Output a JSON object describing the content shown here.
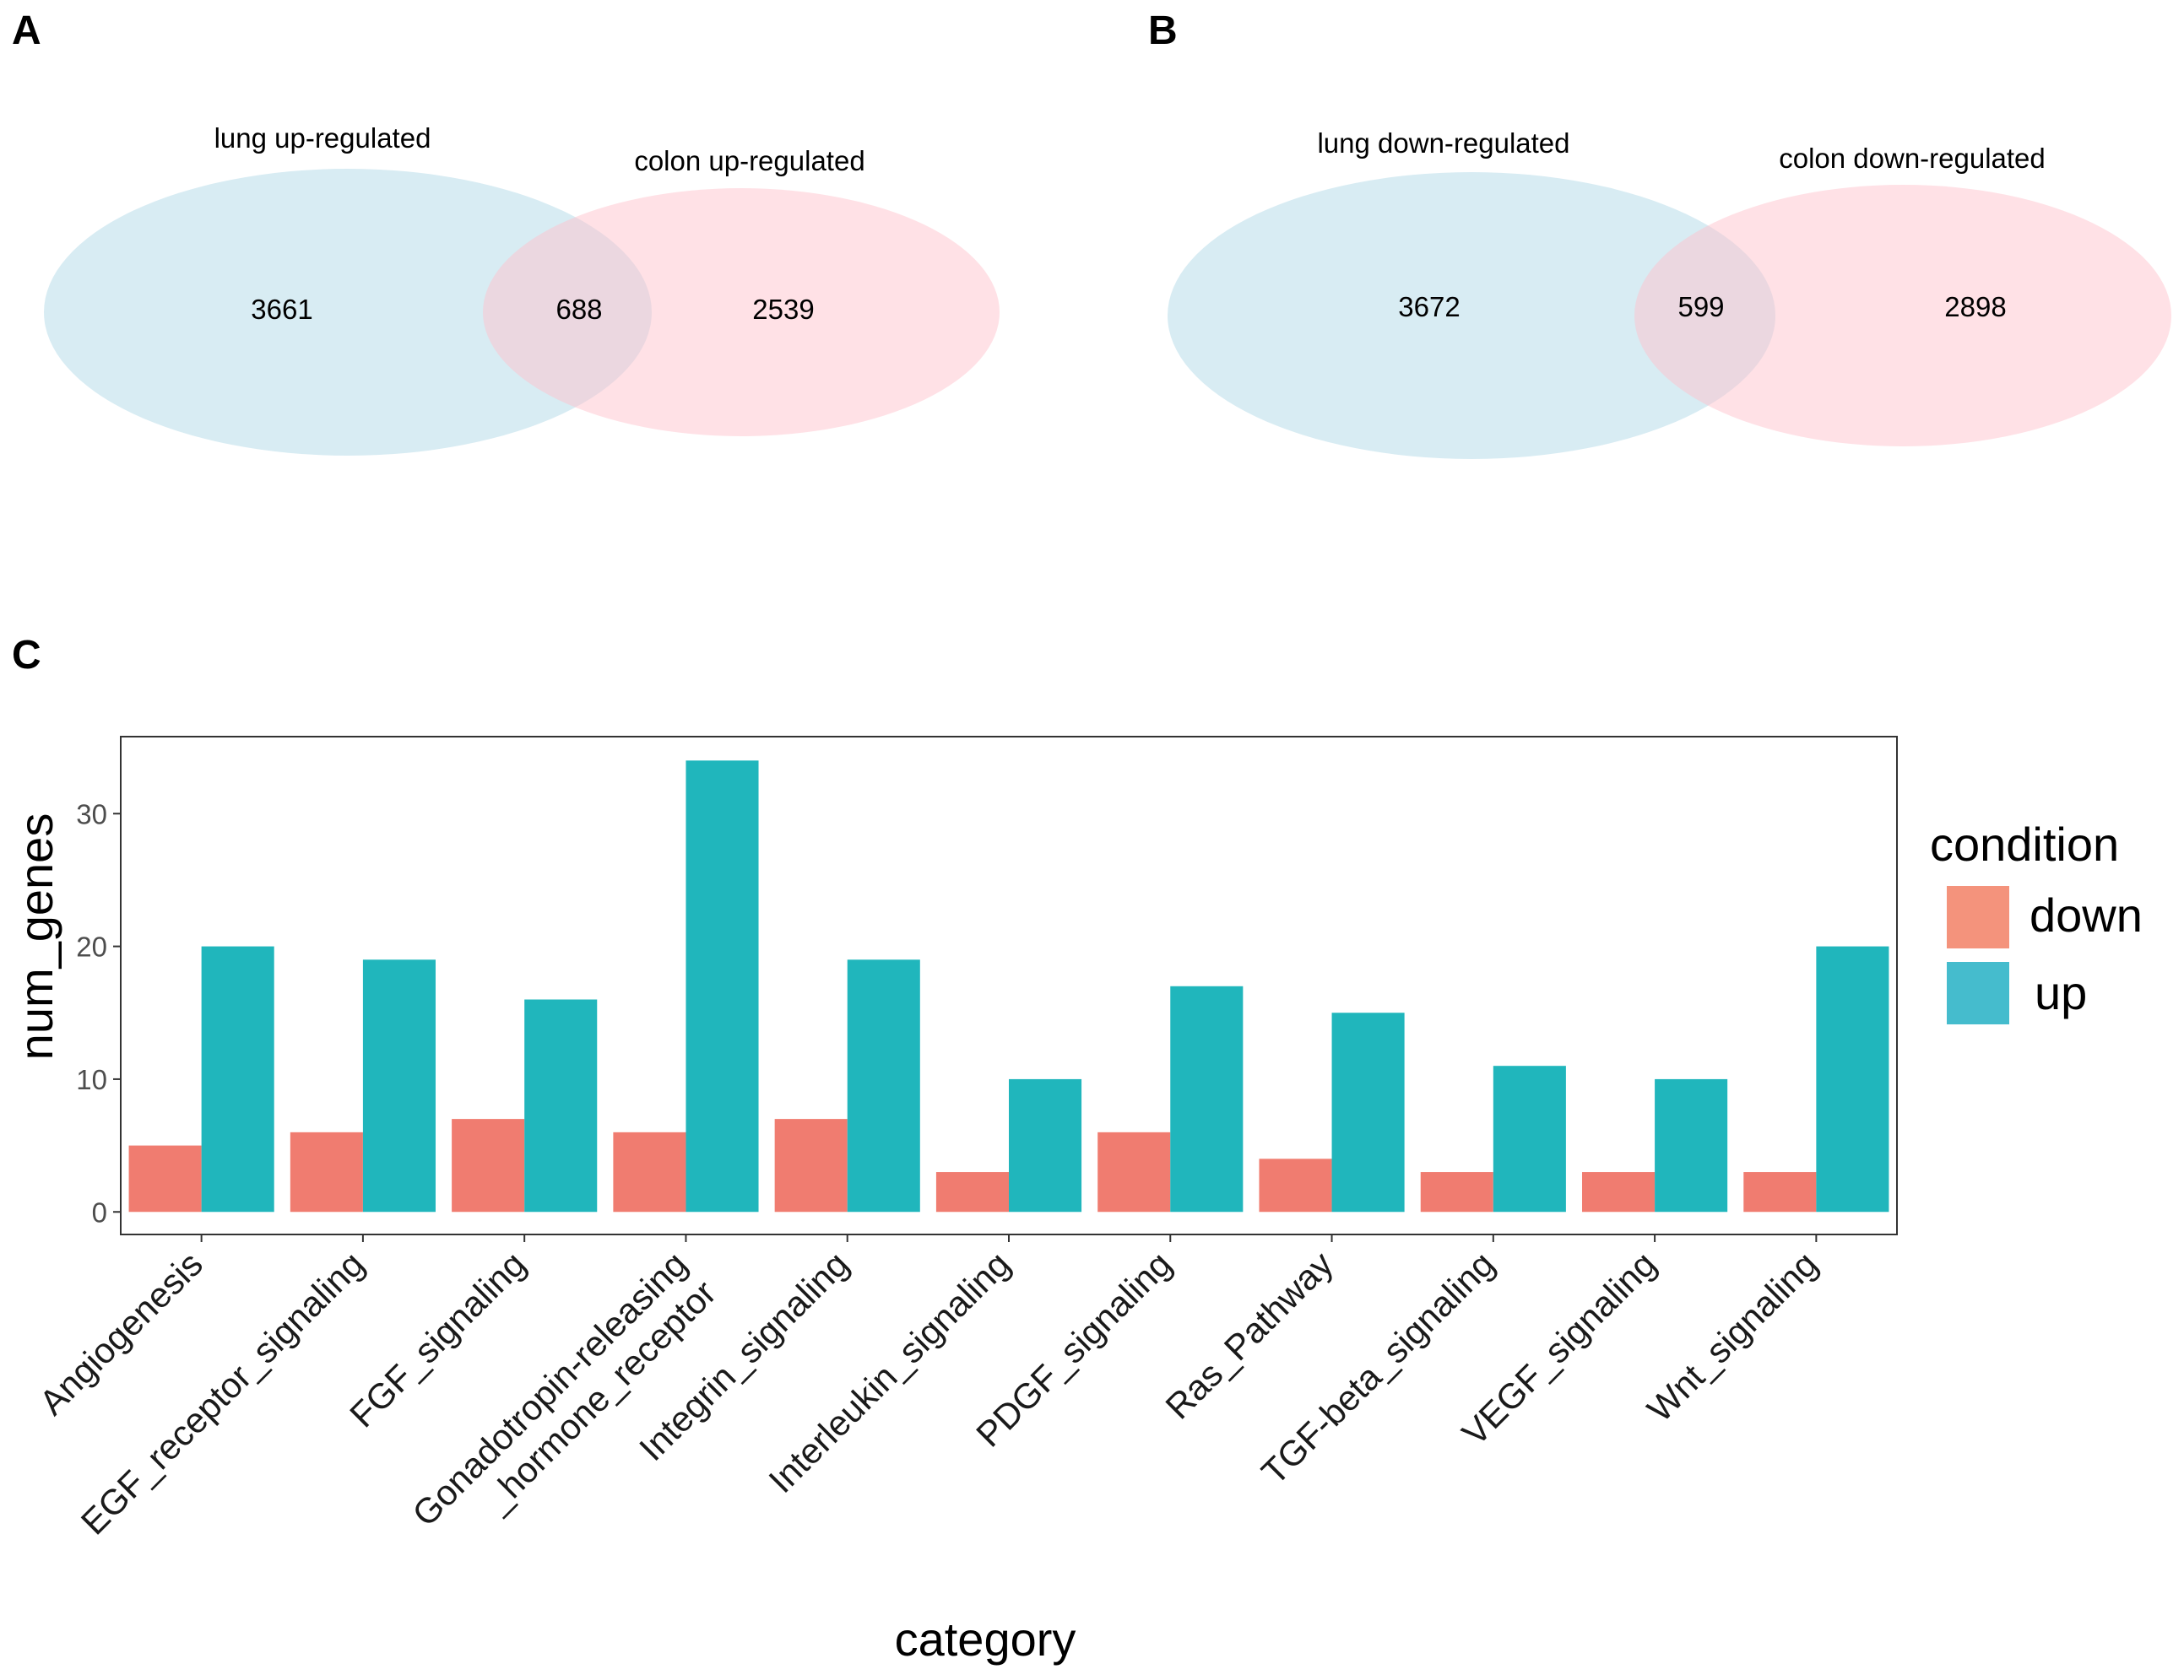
{
  "panels": {
    "a": "A",
    "b": "B",
    "c": "C"
  },
  "venn_a": {
    "left_label": "lung up-regulated",
    "right_label": "colon up-regulated",
    "left_only": "3661",
    "overlap": "688",
    "right_only": "2539",
    "left_color": "#add8e6",
    "right_color": "#ffc0cb"
  },
  "venn_b": {
    "left_label": "lung down-regulated",
    "right_label": "colon down-regulated",
    "left_only": "3672",
    "overlap": "599",
    "right_only": "2898",
    "left_color": "#add8e6",
    "right_color": "#ffc0cb"
  },
  "chart_data": {
    "type": "bar",
    "xlabel": "category",
    "ylabel": "num_genes",
    "ylim": [
      -1.7,
      35.8
    ],
    "yticks": [
      0,
      10,
      20,
      30
    ],
    "grid": false,
    "legend_title": "condition",
    "legend_position": "right",
    "categories": [
      "Angiogenesis",
      "EGF_receptor_signaling",
      "FGF_signaling",
      "Gonadotropin-releasing\n_hormone_receptor",
      "Integrin_signaling",
      "Interleukin_signaling",
      "PDGF_signaling",
      "Ras_Pathway",
      "TGF-beta_signaling",
      "VEGF_signaling",
      "Wnt_signaling"
    ],
    "series": [
      {
        "name": "down",
        "color": "#f07c70",
        "legend_color": "#f4937c",
        "values": [
          5,
          6,
          7,
          6,
          7,
          3,
          6,
          4,
          3,
          3,
          3
        ]
      },
      {
        "name": "up",
        "color": "#20b6bc",
        "legend_color": "#45bccd",
        "values": [
          20,
          19,
          16,
          34,
          19,
          10,
          17,
          15,
          11,
          10,
          20
        ]
      }
    ]
  }
}
